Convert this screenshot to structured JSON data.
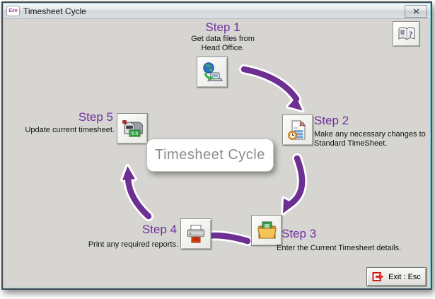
{
  "window": {
    "title": "Timesheet Cycle"
  },
  "titlebar": {
    "app_icon_text": "Exe"
  },
  "center_box": {
    "label": "Timesheet Cycle"
  },
  "steps": [
    {
      "title": "Step 1",
      "lines": [
        "Get data files from",
        "Head Office."
      ],
      "icon": "globe-download-icon"
    },
    {
      "title": "Step 2",
      "lines": [
        "Make any necessary changes to",
        "Standard TimeSheet."
      ],
      "icon": "timesheet-document-icon"
    },
    {
      "title": "Step 3",
      "lines": [
        "Enter the Current Timesheet details."
      ],
      "icon": "folder-timesheet-icon"
    },
    {
      "title": "Step 4",
      "lines": [
        "Print any required reports."
      ],
      "icon": "printer-icon"
    },
    {
      "title": "Step 5",
      "lines": [
        "Update current timesheet."
      ],
      "icon": "mailbox-update-icon"
    }
  ],
  "help_button": {
    "icon": "help-book-icon"
  },
  "exit_button": {
    "label": "Exit : Esc",
    "icon": "exit-arrow-icon"
  },
  "colors": {
    "step_heading_purple": "#7030A0",
    "arrow_purple": "#6D2F91",
    "client_background": "#D6D5D1",
    "exit_red": "#D42B1E",
    "center_text_gray": "#8C8C8C"
  }
}
